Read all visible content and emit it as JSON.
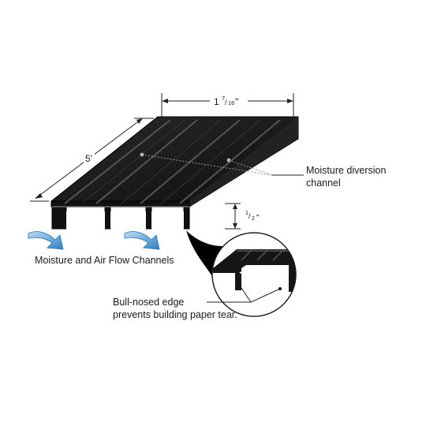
{
  "dimensions": {
    "width_whole": "1",
    "width_num": "7",
    "width_den": "16",
    "width_inch_mark": "\"",
    "length": "5'",
    "height_num": "1",
    "height_den": "2",
    "height_inch_mark": "\""
  },
  "labels": {
    "moisture_diversion_line1": "Moisture diversion",
    "moisture_diversion_line2": "channel",
    "flow_channels": "Moisture and Air Flow Channels",
    "bullnose_line1": "Bull-nosed edge",
    "bullnose_line2": "prevents building paper tear."
  },
  "icons": [
    "flow-arrow-icon",
    "flow-arrow-icon"
  ],
  "colors": {
    "product": "#151515",
    "highlight": "#5a5a5a",
    "arrow_blue": "#2f83c5",
    "arrow_light": "#9cc6e8",
    "line": "#1a1a1a"
  }
}
